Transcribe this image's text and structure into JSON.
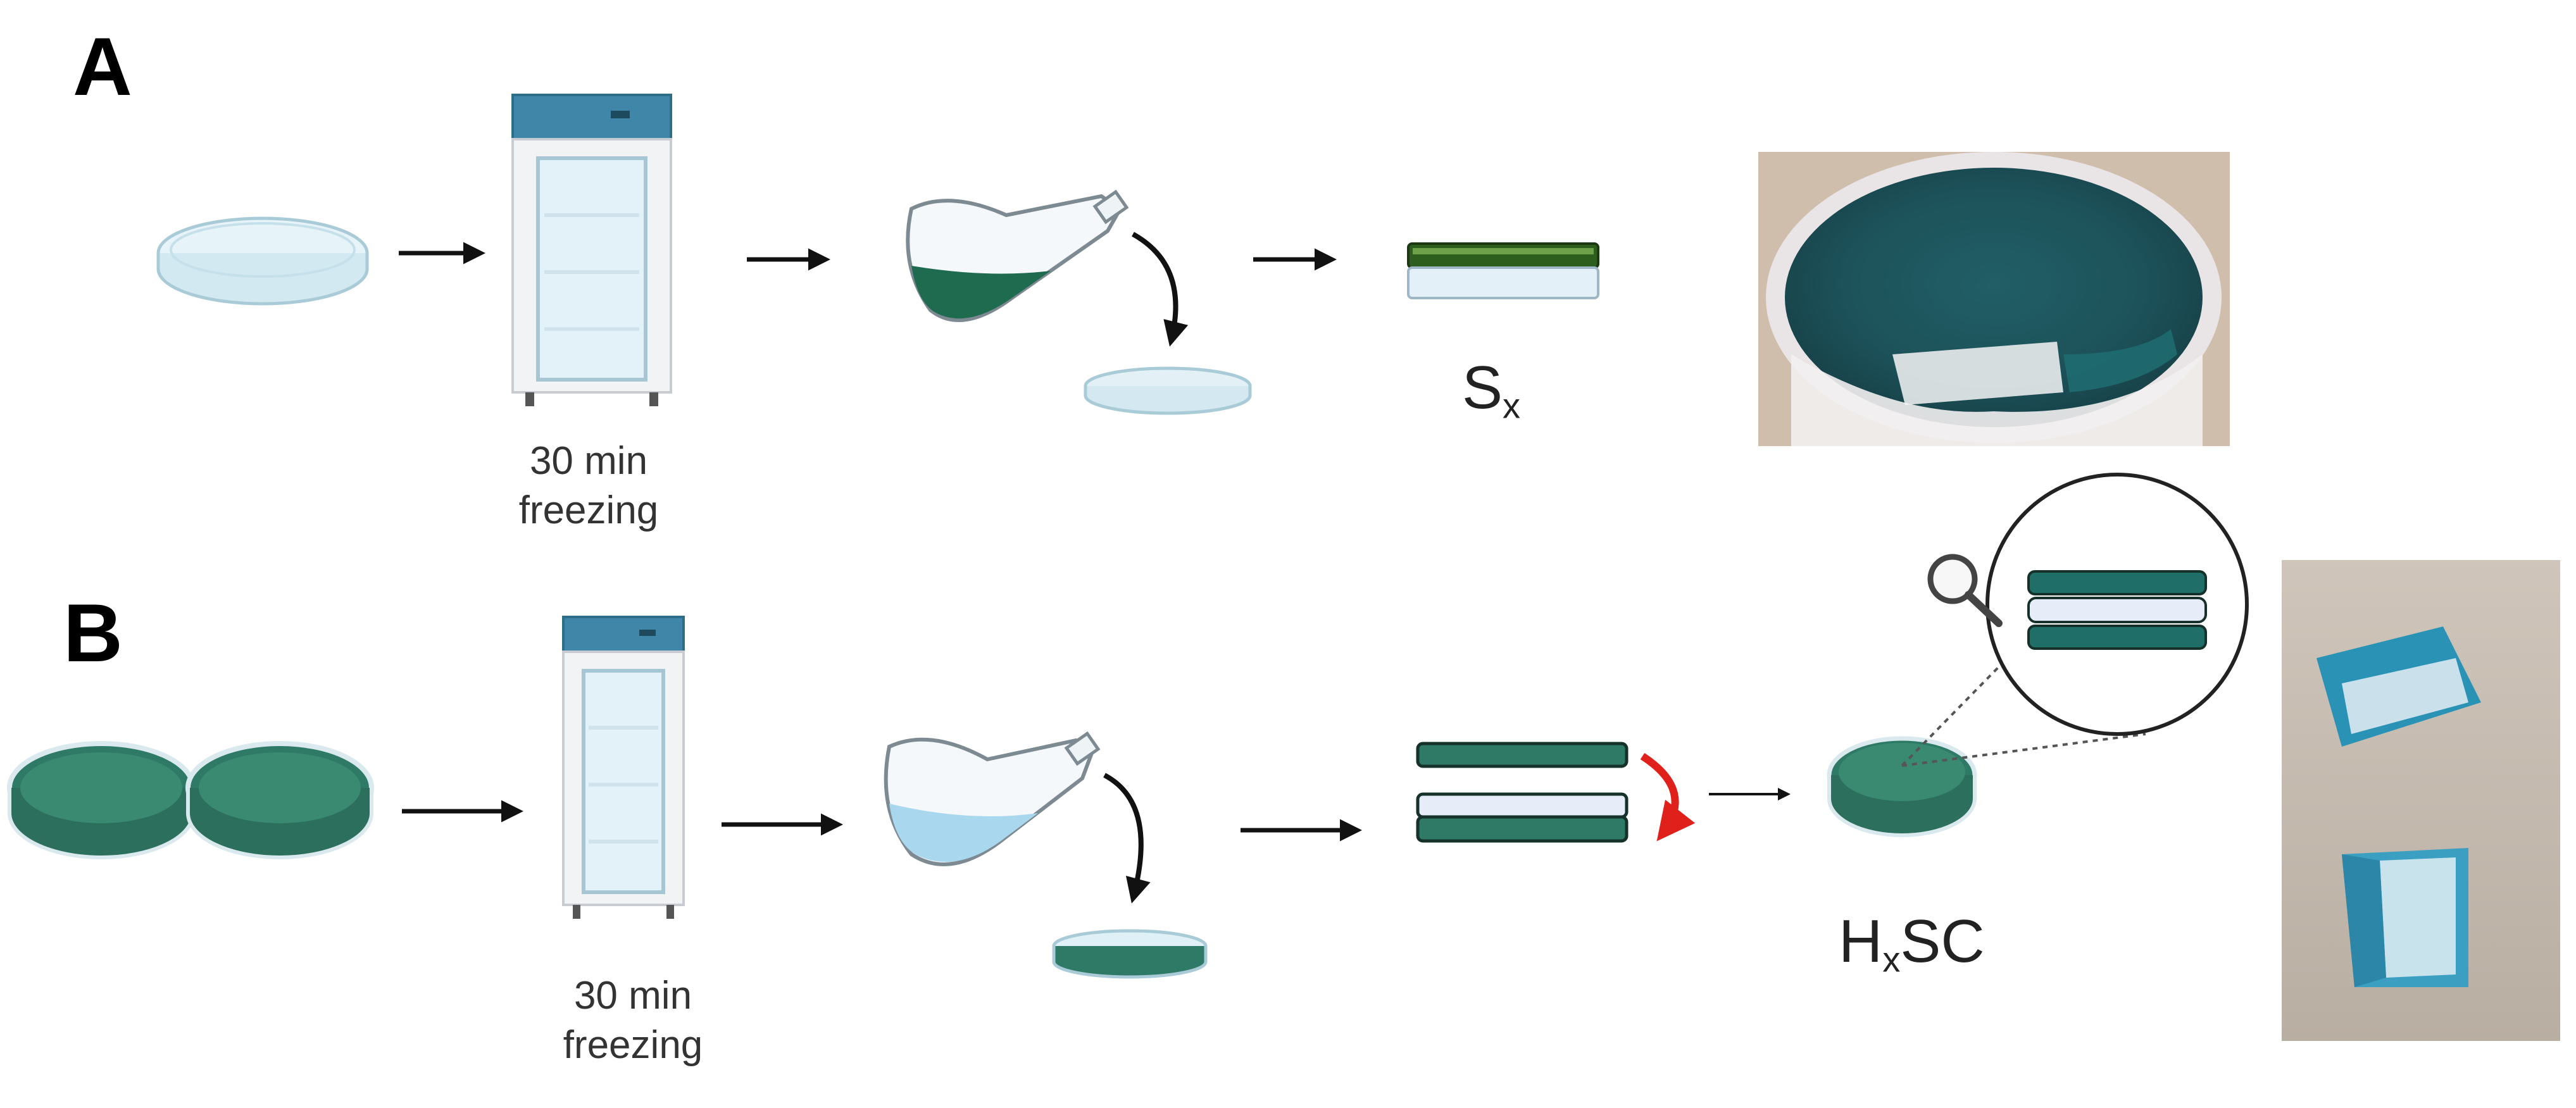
{
  "panels": {
    "a": {
      "label": "A",
      "freezer_caption_line1": "30 min",
      "freezer_caption_line2": "freezing",
      "product_symbol_main": "S",
      "product_symbol_sub": "x"
    },
    "b": {
      "label": "B",
      "freezer_caption_line1": "30 min",
      "freezer_caption_line2": "freezing",
      "product_symbol_main": "H",
      "product_symbol_sub": "x",
      "product_symbol_rest": "SC"
    }
  },
  "colors": {
    "gel_green": "#2f7a66",
    "dark_green": "#2e5e1e",
    "light_blue": "#d9eef6",
    "freezer_top": "#3f86a8",
    "flip_arrow": "#e0201b",
    "arrow": "#111111"
  },
  "icons": [
    "petri-dish-icon",
    "freezer-icon",
    "flask-icon",
    "magnifier-icon",
    "flip-arrow-icon"
  ]
}
